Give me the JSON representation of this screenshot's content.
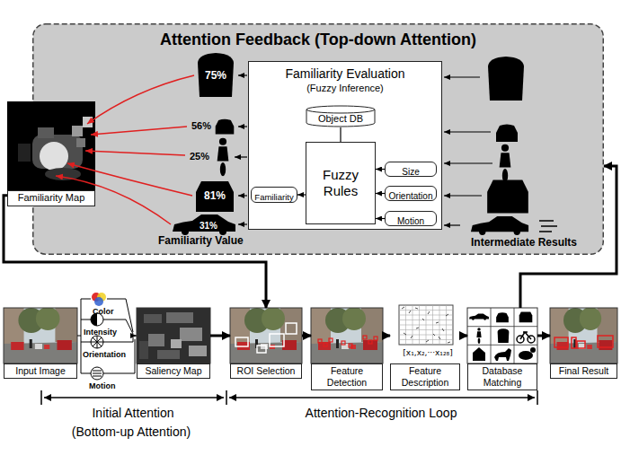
{
  "diagram": {
    "nodes": [
      {
        "text": [
          "Attention Feedback (Top-down Attention)"
        ]
      },
      {
        "text": [
          "Familiarity Map"
        ],
        "in": 0
      },
      {
        "text": [
          "Familiarity Evaluation",
          "(Fuzzy Inference)"
        ],
        "in": 0
      },
      {
        "text": [
          "Object DB"
        ],
        "in": 2
      },
      {
        "text": [
          "Fuzzy Rules"
        ],
        "in": 2
      },
      {
        "text": [
          "Size"
        ],
        "in": 2
      },
      {
        "text": [
          "Orientation"
        ],
        "in": 2
      },
      {
        "text": [
          "Motion"
        ],
        "in": 2
      },
      {
        "text": [
          "Familiarity"
        ],
        "in": 2
      },
      {
        "text": [
          "Input Image"
        ]
      },
      {
        "text": [
          "Saliency Map"
        ]
      },
      {
        "text": [
          "ROI Selection"
        ]
      },
      {
        "text": [
          "Feature Detection"
        ]
      },
      {
        "text": [
          "Feature Description"
        ]
      },
      {
        "text": [
          "Database Matching"
        ]
      },
      {
        "text": [
          "Final Result"
        ]
      }
    ],
    "edges": [
      {
        "from": 3,
        "to": 4,
        "arrow": "none"
      },
      {
        "from": 5,
        "to": 4,
        "arrow": "to"
      },
      {
        "from": 6,
        "to": 4,
        "arrow": "to"
      },
      {
        "from": 7,
        "to": 4,
        "arrow": "to"
      },
      {
        "from": 4,
        "to": 8,
        "arrow": "to"
      },
      {
        "from": 1,
        "to": 11,
        "arrow": "to"
      },
      {
        "from": 9,
        "to": 10,
        "arrow": "to"
      },
      {
        "from": 10,
        "to": 11,
        "arrow": "to"
      },
      {
        "from": 11,
        "to": 12,
        "arrow": "to"
      },
      {
        "from": 12,
        "to": 13,
        "arrow": "to"
      },
      {
        "from": 13,
        "to": 14,
        "arrow": "to"
      },
      {
        "from": 14,
        "to": 15,
        "arrow": "to"
      },
      {
        "from": 14,
        "to": 0,
        "arrow": "to"
      }
    ],
    "labels": [
      "75%",
      "56%",
      "25%",
      "81%",
      "31%",
      "Familiarity Value",
      "Intermediate Results",
      "Color",
      "Intensity",
      "Orientation",
      "Motion",
      "[x₁,x₂,···x₁₂₈]",
      "Initial Attention",
      "(Bottom-up Attention)",
      "Attention-Recognition Loop"
    ]
  }
}
